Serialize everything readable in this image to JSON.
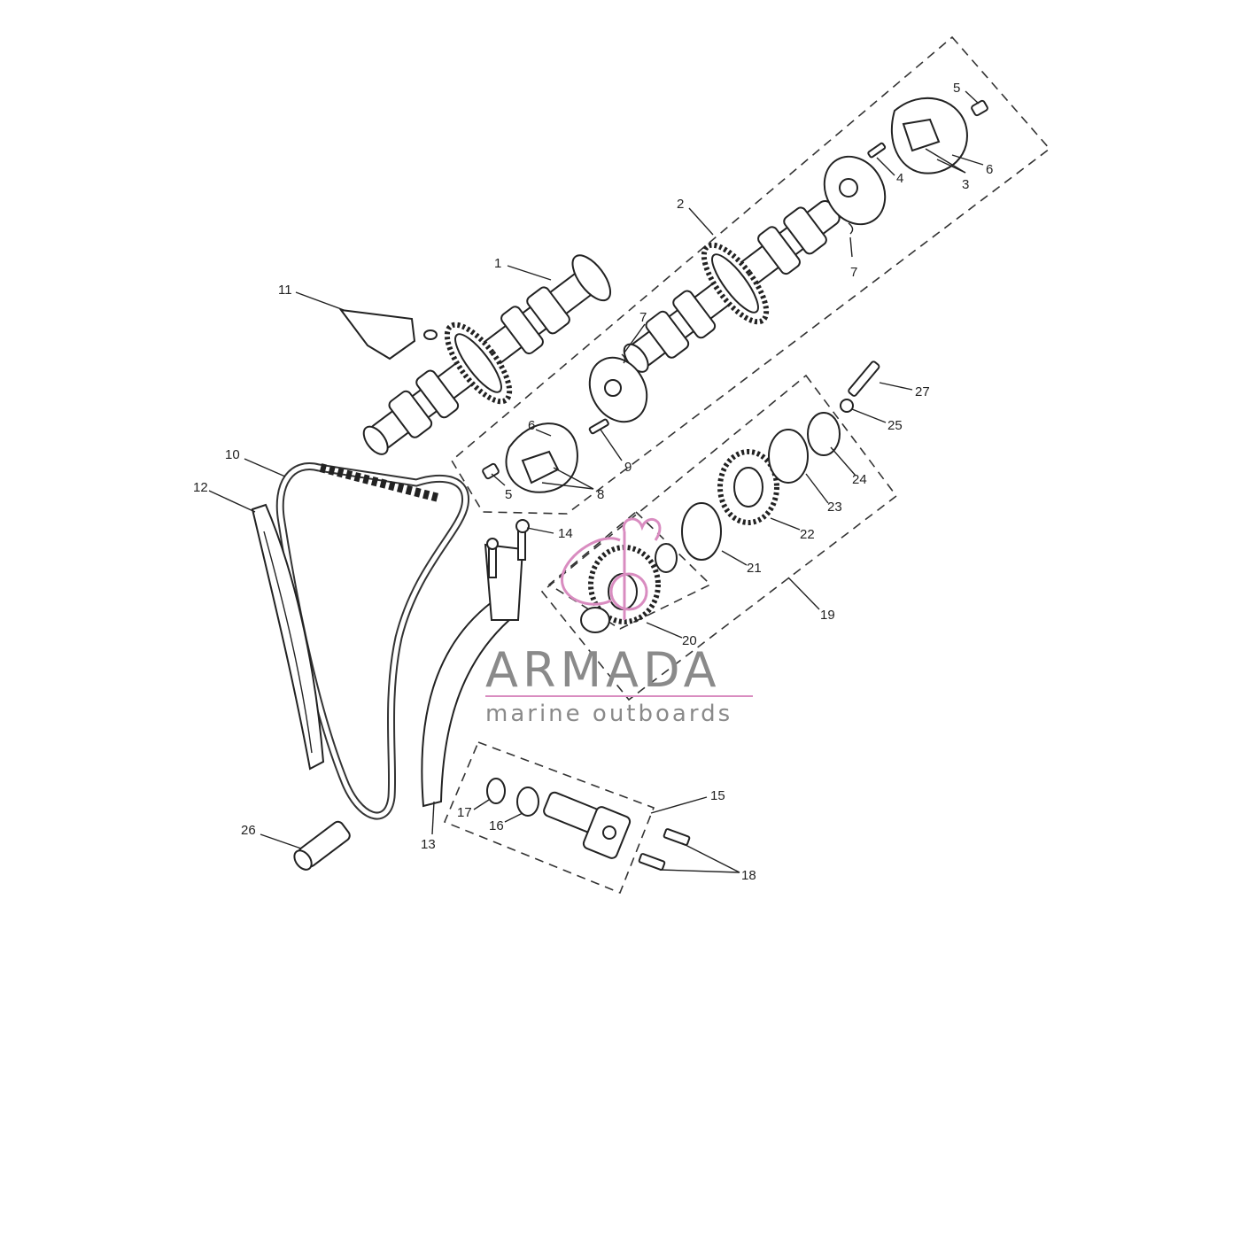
{
  "callouts": [
    {
      "id": "c1",
      "text": "1"
    },
    {
      "id": "c2",
      "text": "2"
    },
    {
      "id": "c3",
      "text": "3"
    },
    {
      "id": "c4",
      "text": "4"
    },
    {
      "id": "c5a",
      "text": "5"
    },
    {
      "id": "c5b",
      "text": "5"
    },
    {
      "id": "c6a",
      "text": "6"
    },
    {
      "id": "c6b",
      "text": "6"
    },
    {
      "id": "c7a",
      "text": "7"
    },
    {
      "id": "c7b",
      "text": "7"
    },
    {
      "id": "c8",
      "text": "8"
    },
    {
      "id": "c9",
      "text": "9"
    },
    {
      "id": "c10",
      "text": "10"
    },
    {
      "id": "c11",
      "text": "11"
    },
    {
      "id": "c12",
      "text": "12"
    },
    {
      "id": "c13",
      "text": "13"
    },
    {
      "id": "c14",
      "text": "14"
    },
    {
      "id": "c15",
      "text": "15"
    },
    {
      "id": "c16",
      "text": "16"
    },
    {
      "id": "c17",
      "text": "17"
    },
    {
      "id": "c18",
      "text": "18"
    },
    {
      "id": "c19",
      "text": "19"
    },
    {
      "id": "c20",
      "text": "20"
    },
    {
      "id": "c21",
      "text": "21"
    },
    {
      "id": "c22",
      "text": "22"
    },
    {
      "id": "c23",
      "text": "23"
    },
    {
      "id": "c24",
      "text": "24"
    },
    {
      "id": "c25",
      "text": "25"
    },
    {
      "id": "c26",
      "text": "26"
    },
    {
      "id": "c27",
      "text": "27"
    }
  ],
  "watermark": {
    "brand": "ARMADA",
    "tagline": "marine outboards",
    "logo_icon": "anchor-heart-logo-icon",
    "color_text": "#8a8a8a",
    "color_logo": "#d98cc0"
  },
  "colors": {
    "line": "#222222",
    "background": "#ffffff"
  }
}
